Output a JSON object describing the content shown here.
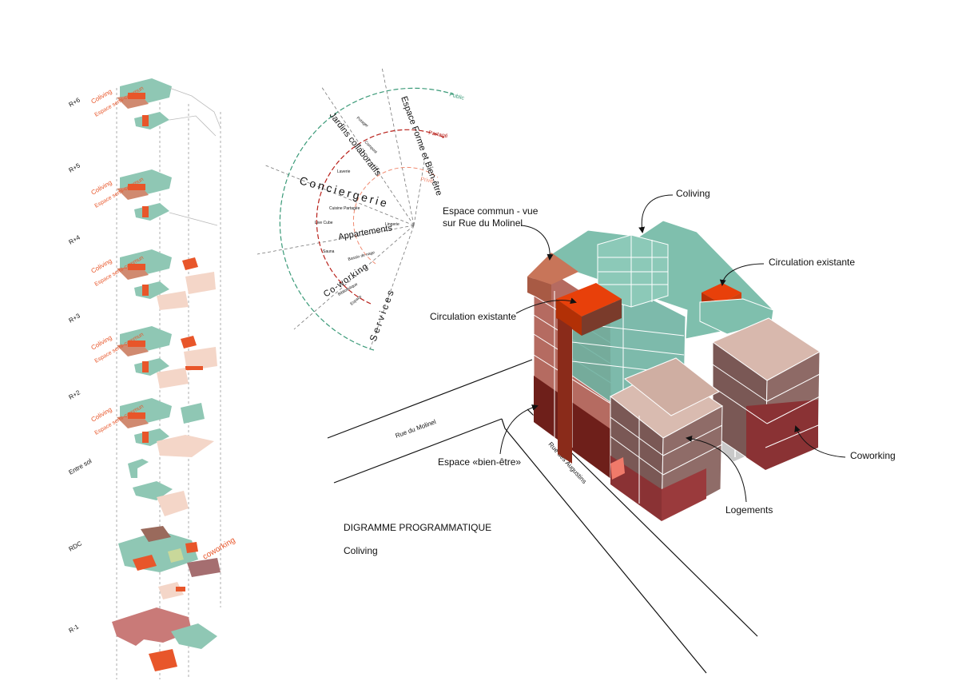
{
  "title": "DIGRAMME PROGRAMMATIQUE",
  "subtitle": "Coliving",
  "floors": [
    {
      "level": "R+6",
      "program": [
        "Coliving",
        "Espace semi-commun"
      ]
    },
    {
      "level": "R+5",
      "program": [
        "Coliving",
        "Espace semi-commun"
      ]
    },
    {
      "level": "R+4",
      "program": [
        "Coliving",
        "Espace semi-commun"
      ]
    },
    {
      "level": "R+3",
      "program": [
        "Coliving",
        "Espace semi-commun"
      ]
    },
    {
      "level": "R+2",
      "program": [
        "Coliving",
        "Espace semi-commun"
      ]
    },
    {
      "level": "Entre sol",
      "program": []
    },
    {
      "level": "RDC",
      "program": [
        "coworking"
      ]
    },
    {
      "level": "R-1",
      "program": []
    }
  ],
  "radial": {
    "sectors": [
      "Espace Forme et Bien-être",
      "Jardins collaboratifs",
      "Conciergerie",
      "Appartements",
      "Co-working",
      "Services"
    ],
    "rings": [
      "Public",
      "Partagé",
      "Privé"
    ],
    "items": [
      "Potager",
      "Compost",
      "Laverie",
      "Cuisine Partagée",
      "Live Cube",
      "Lingerie",
      "Sauna",
      "Bassin de nage",
      "Bibliothèque",
      "Espace"
    ]
  },
  "streets": {
    "molinel": "Rue du Molinel",
    "augustins": "Rue des Augustins"
  },
  "callouts": {
    "coliving": "Coliving",
    "espace_commun": "Espace commun - vue sur Rue du Molinel",
    "circulation_right": "Circulation existante",
    "circulation_left": "Circulation existante",
    "bien_etre": "Espace «bien-être»",
    "logements": "Logements",
    "coworking": "Coworking"
  },
  "colors": {
    "teal": "#7fbfad",
    "orange": "#e8562a",
    "pink": "#f4d6c8",
    "rose": "#c97a78",
    "brown": "#7a5855",
    "dark_red": "#6e1f1a",
    "public_ring": "#3a9a78",
    "shared_ring": "#b8201a",
    "private_ring": "#f08a70"
  }
}
